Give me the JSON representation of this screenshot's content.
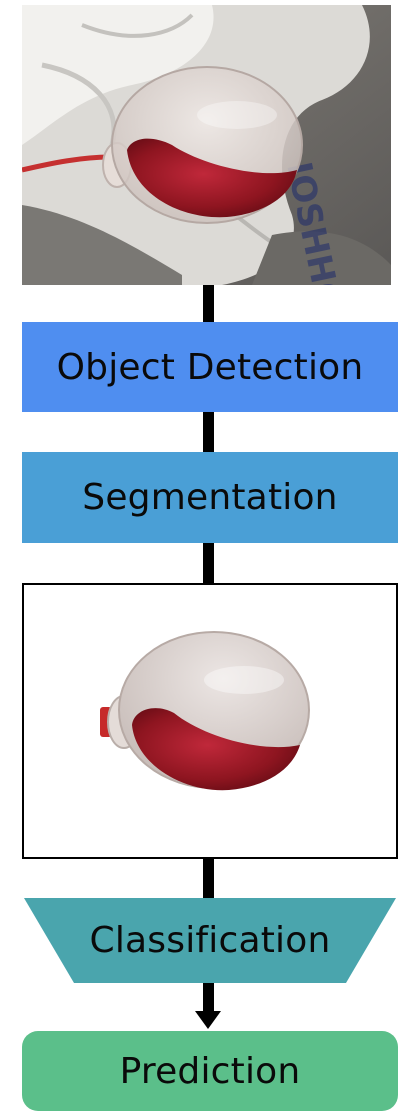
{
  "steps": {
    "object_detection": "Object Detection",
    "segmentation": "Segmentation",
    "classification": "Classification",
    "prediction": "Prediction"
  },
  "images": {
    "input_photo": "input-photo",
    "segmented_photo": "segmented-photo"
  },
  "colors": {
    "object_detection_fill": "#4f8ef0",
    "segmentation_fill": "#4a9fd6",
    "classification_fill": "#4aa5ad",
    "prediction_fill": "#5bbf8a",
    "connector": "#000000"
  }
}
